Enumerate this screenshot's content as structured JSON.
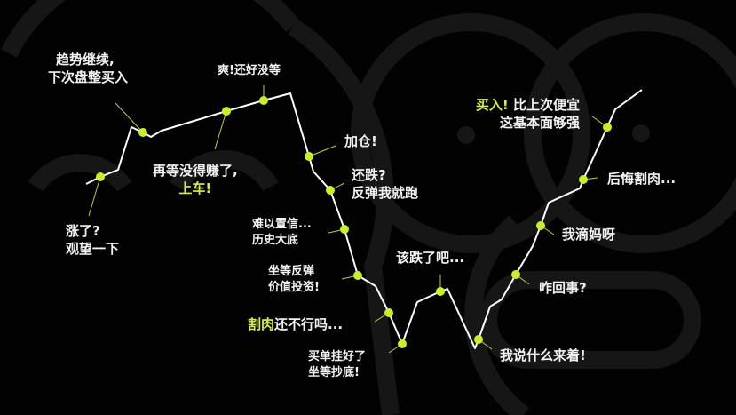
{
  "colors": {
    "background": "#020202",
    "line": "#ffffff",
    "dot": "#c8f02a",
    "highlight": "#d4f04a",
    "watermark": "#1a1a1a"
  },
  "labels": {
    "l1a": "涨了?",
    "l1b": "观望一下",
    "l2a": "趋势继续,",
    "l2b": "下次盘整买入",
    "l3a": "再等没得赚了,",
    "l3b": "上车!",
    "l4": "爽!还好没等",
    "l5": "加仓!",
    "l6a": "还跌?",
    "l6b": "反弹我就跑",
    "l7a": "难以置信...",
    "l7b": "历史大底",
    "l8a": "坐等反弹",
    "l8b": "价值投资!",
    "l9hl": "割肉",
    "l9": "还不行吗...",
    "l10a": "买单挂好了",
    "l10b": "坐等抄底!",
    "l11": "该跌了吧...",
    "l12": "我说什么来着!",
    "l13": "咋回事?",
    "l14": "我滴妈呀",
    "l15": "后悔割肉...",
    "l16hl": "买入!",
    "l16a": "比上次便宜",
    "l16b": "这基本面够强"
  }
}
